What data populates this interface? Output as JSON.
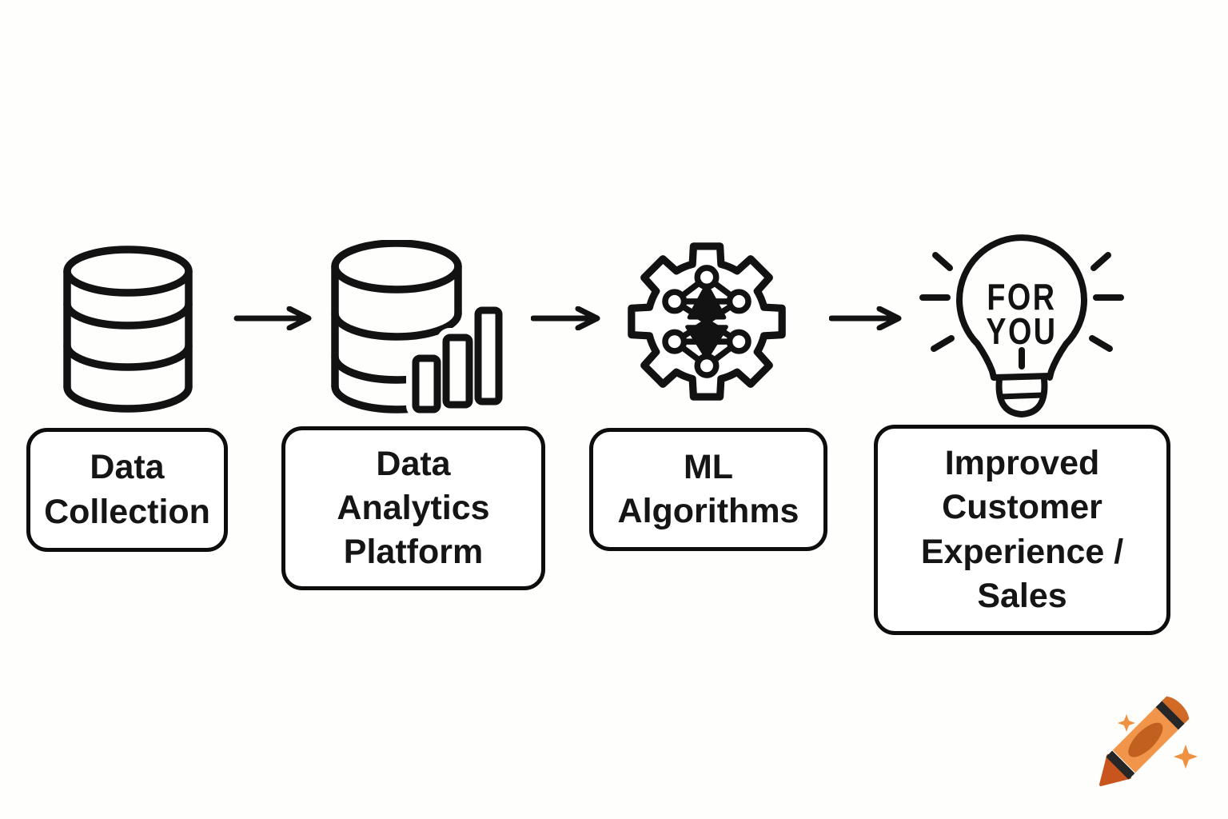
{
  "diagram": {
    "type": "flowchart",
    "steps": [
      {
        "name": "data-collection",
        "icon": "database-icon",
        "label": "Data\nCollection"
      },
      {
        "name": "data-analytics-platform",
        "icon": "database-chart-icon",
        "label": "Data\nAnalytics\nPlatform"
      },
      {
        "name": "ml-algorithms",
        "icon": "gear-network-icon",
        "label": "ML\nAlgorithms"
      },
      {
        "name": "improved-customer-experience-sales",
        "icon": "lightbulb-icon",
        "label": "Improved\nCustomer\nExperience /\nSales"
      }
    ],
    "connectors": [
      {
        "name": "arrow-1",
        "type": "arrow-right"
      },
      {
        "name": "arrow-2",
        "type": "arrow-right"
      },
      {
        "name": "arrow-3",
        "type": "arrow-right"
      }
    ],
    "bulb_text": {
      "line1": "FOR",
      "line2": "YOU"
    },
    "watermark": {
      "icon": "crayon-icon"
    },
    "colors": {
      "background": "#FEFEFD",
      "stroke": "#121212",
      "box_border": "#0D0D0D",
      "box_fill": "#FFFFFF",
      "crayon_body": "#F0954A",
      "crayon_tip": "#C8551D",
      "crayon_oval": "#C2601F",
      "crayon_band": "#262626",
      "crayon_cap": "#D06A24",
      "sparkle": "#EF9142"
    }
  }
}
